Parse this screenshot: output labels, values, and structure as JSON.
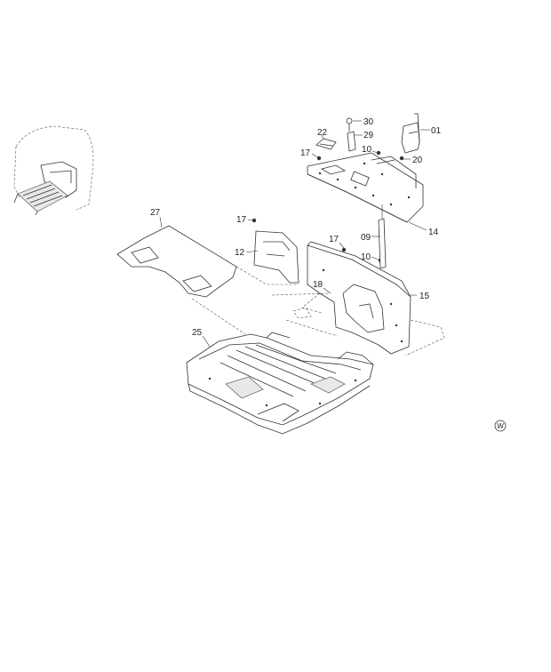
{
  "callouts": {
    "p01": "01",
    "p09": "09",
    "p10a": "10",
    "p10b": "10",
    "p12": "12",
    "p14": "14",
    "p15": "15",
    "p17a": "17",
    "p17b": "17",
    "p17c": "17",
    "p18": "18",
    "p20": "20",
    "p22": "22",
    "p25": "25",
    "p27": "27",
    "p29": "29",
    "p30": "30"
  },
  "mark": {
    "symbol": "W"
  }
}
